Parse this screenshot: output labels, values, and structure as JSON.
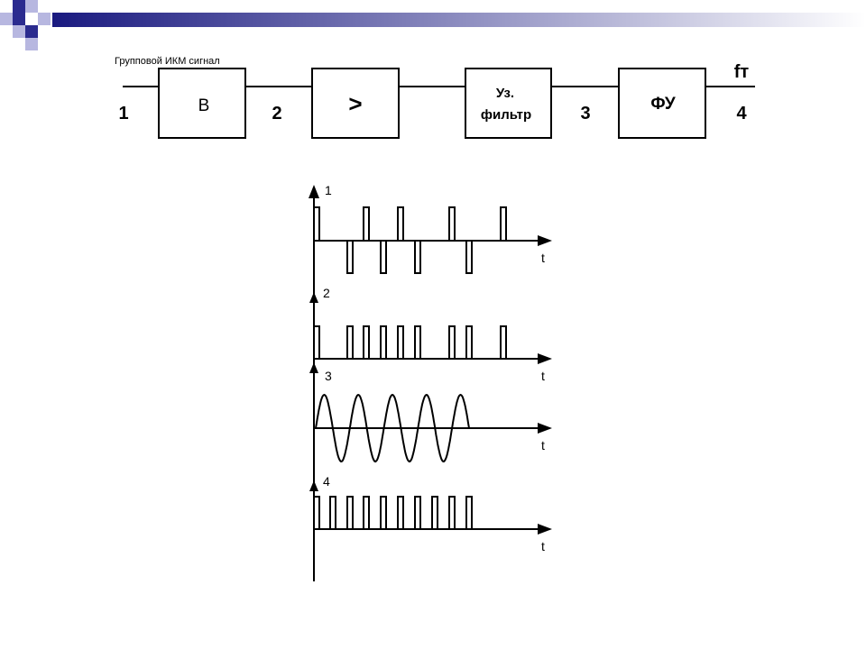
{
  "header_colors": {
    "start": "#1a1a80",
    "end": "#ffffff",
    "sq_dark": "#2b2b8f",
    "sq_light": "#b7b7e0"
  },
  "block_diagram": {
    "input_caption": "Групповой ИКМ сигнал",
    "nodes": [
      "1",
      "2",
      "3",
      "4"
    ],
    "blocks": {
      "b": "В",
      "amp": ">",
      "filter_line1": "Уз.",
      "filter_line2": "фильтр",
      "fu": "ФУ"
    },
    "output_label": "fт"
  },
  "timing": {
    "traces": [
      {
        "id": "1",
        "t_label": "t",
        "kind": "bipolar"
      },
      {
        "id": "2",
        "t_label": "t",
        "kind": "rectified"
      },
      {
        "id": "3",
        "t_label": "t",
        "kind": "sine"
      },
      {
        "id": "4",
        "t_label": "t",
        "kind": "clock"
      }
    ]
  }
}
